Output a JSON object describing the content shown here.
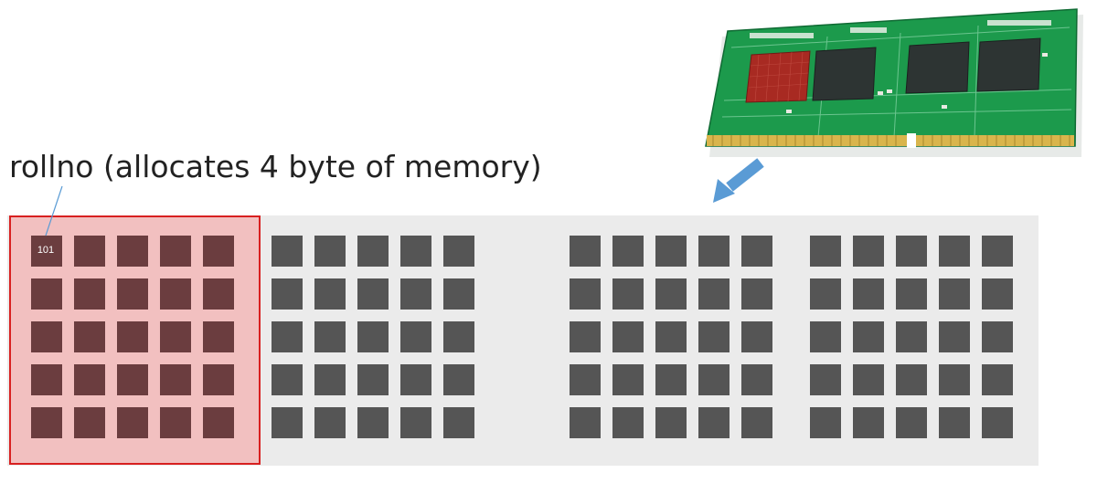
{
  "annotation": {
    "text": "rollno (allocates 4 byte of memory)"
  },
  "memory": {
    "groups": 4,
    "rows": 5,
    "cols": 5,
    "highlighted_group": 1,
    "first_cell_value": "101",
    "colors": {
      "strip_background": "#ebebeb",
      "cell": "#555555",
      "highlight_fill": "#f2c0c0",
      "highlight_border": "#d82020",
      "highlight_cell": "#6b3d3f"
    }
  },
  "ram_module": {
    "colors": {
      "pcb": "#1c9a4c",
      "chip": "#2d3433",
      "highlight_chip": "#a82a22",
      "contacts": "#d9b54c"
    }
  },
  "pointer": {
    "color": "#5a9bd5"
  }
}
